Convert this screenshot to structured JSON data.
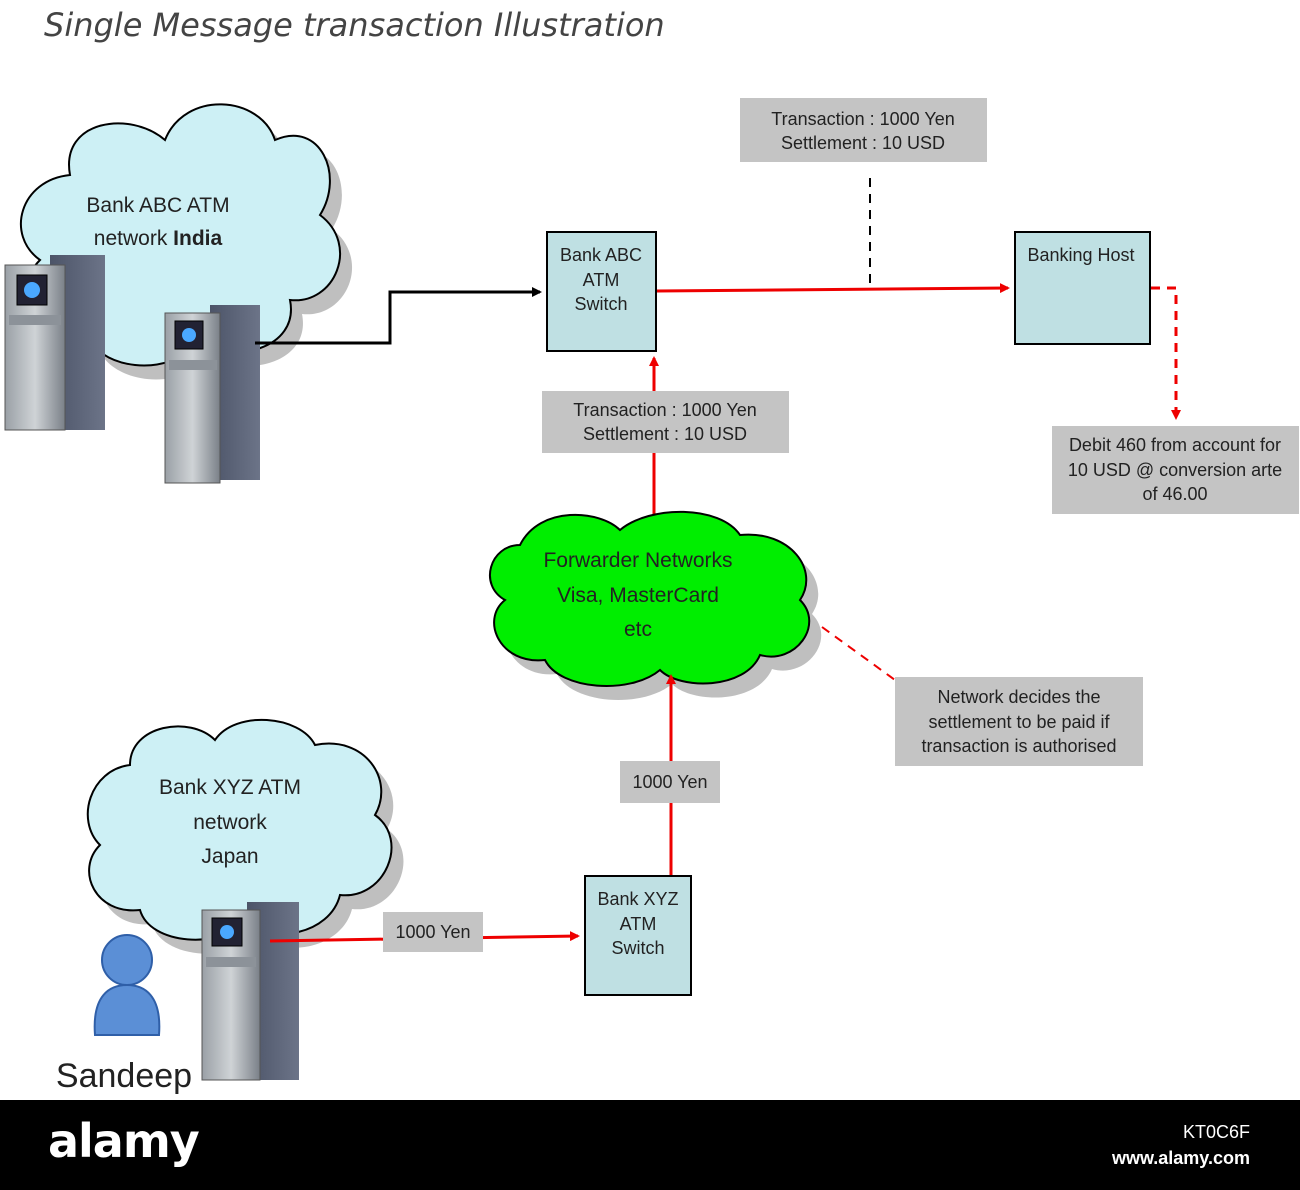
{
  "title": "Single Message transaction Illustration",
  "nodes": {
    "abc_network": {
      "line1": "Bank ABC  ATM",
      "line2_pre": "network ",
      "line2_bold": "India"
    },
    "abc_switch": {
      "lines": [
        "Bank ABC",
        "ATM",
        "Switch"
      ]
    },
    "banking_host": {
      "label": "Banking Host"
    },
    "forwarder": {
      "lines": [
        "Forwarder Networks",
        "Visa, MasterCard",
        "etc"
      ]
    },
    "xyz_network": {
      "lines": [
        "Bank XYZ ATM",
        "network",
        "Japan"
      ]
    },
    "xyz_switch": {
      "lines": [
        "Bank XYZ",
        "ATM",
        "Switch"
      ]
    },
    "user": {
      "label": "Sandeep"
    }
  },
  "labels": {
    "top_tx": [
      "Transaction : 1000 Yen",
      "Settlement : 10 USD"
    ],
    "mid_tx": [
      "Transaction : 1000 Yen",
      "Settlement : 10 USD"
    ],
    "debit": [
      "Debit  460 from account for",
      "10 USD @ conversion arte",
      "of 46.00"
    ],
    "network_decides": [
      "Network decides the",
      "settlement to be paid if",
      "transaction is authorised"
    ],
    "yen_up": "1000 Yen",
    "yen_right": "1000 Yen"
  },
  "footer": {
    "logo": "alamy",
    "code": "KT0C6F",
    "url": "www.alamy.com"
  },
  "colors": {
    "cloud_blue": "#cdf0f5",
    "cloud_green": "#00ee00",
    "box_fill": "#bfe0e3",
    "label_grey": "#c4c4c4",
    "arrow_red": "#ee0000"
  }
}
